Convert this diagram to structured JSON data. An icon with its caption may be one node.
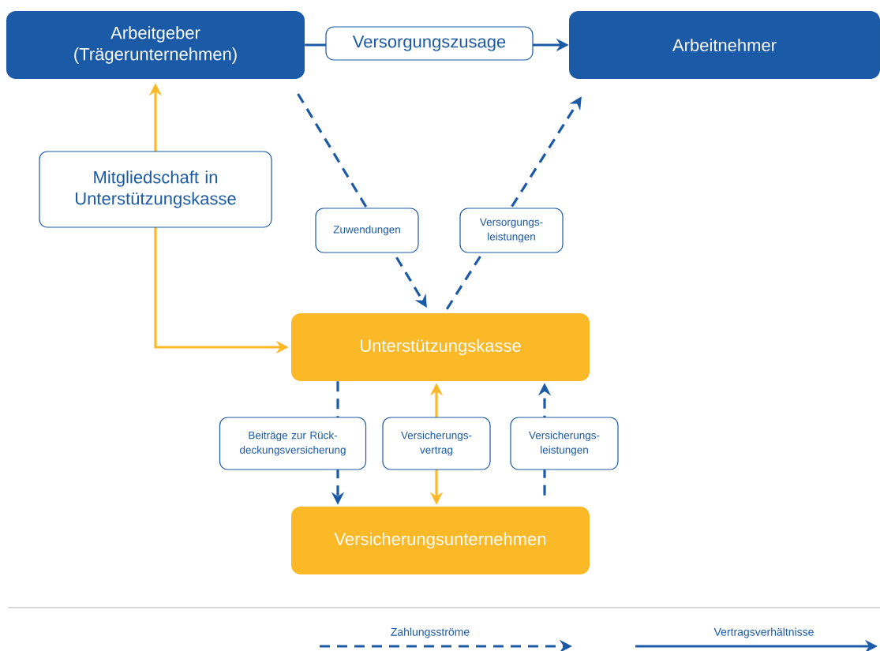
{
  "diagram": {
    "nodes": [
      {
        "text": [
          "Arbeitgeber (Trägerunternehmen)"
        ]
      },
      {
        "text": [
          "Arbeitnehmer"
        ]
      },
      {
        "text": [
          "Unterstützungskasse"
        ]
      },
      {
        "text": [
          "Versicherungsunternehmen"
        ]
      }
    ],
    "edges": [
      {
        "from": 0,
        "to": 1,
        "arrow": "to",
        "label": "Versorgungszusage"
      },
      {
        "from": 0,
        "to": 2,
        "arrow": "to",
        "label": "Zuwendungen",
        "style": "dashed"
      },
      {
        "from": 2,
        "to": 1,
        "arrow": "to",
        "label": "Versorgungs- leistungen",
        "style": "dashed"
      },
      {
        "from": 2,
        "to": 0,
        "arrow": "both",
        "label": "Mitgliedschaft in Unterstützungskasse",
        "color": "#fbb827"
      },
      {
        "from": 2,
        "to": 3,
        "arrow": "to",
        "label": "Beiträge zur Rück- deckungsversicherung",
        "style": "dashed"
      },
      {
        "from": 2,
        "to": 3,
        "arrow": "both",
        "label": "Versicherungs- vertrag",
        "color": "#fbb827"
      },
      {
        "from": 3,
        "to": 2,
        "arrow": "to",
        "label": "Versicherungs- leistungen",
        "style": "dashed"
      }
    ],
    "legend": [
      {
        "text": "Zahlungsströme"
      },
      {
        "text": "Vertragsverhältnisse"
      }
    ]
  }
}
